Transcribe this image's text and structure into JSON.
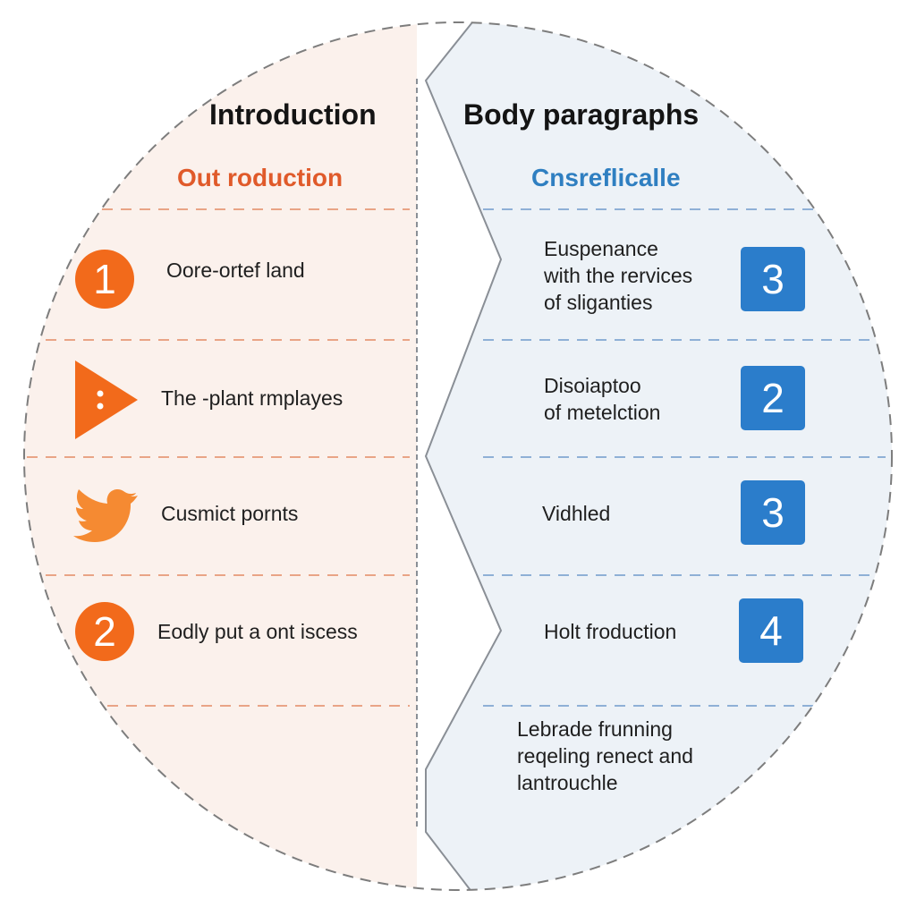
{
  "left": {
    "heading": "Introduction",
    "subheading": "Out roduction",
    "items": [
      {
        "icon": "number-circle-icon",
        "badge": "1",
        "text": "Oore-ortef land"
      },
      {
        "icon": "play-triangle-icon",
        "text": "The -plant rmplayes"
      },
      {
        "icon": "bird-icon",
        "text": "Cusmict pornts"
      },
      {
        "icon": "number-circle-icon",
        "badge": "2",
        "text": "Eodly put a ont iscess"
      }
    ]
  },
  "right": {
    "heading": "Body paragraphs",
    "subheading": "Cnsreflicalle",
    "items": [
      {
        "text": "Euspenance\nwith the rervices\nof sliganties",
        "badge": "3"
      },
      {
        "text": "Disoiaptoo\nof metelction",
        "badge": "2"
      },
      {
        "text": "Vidhled",
        "badge": "3"
      },
      {
        "text": "Holt froduction",
        "badge": "4"
      },
      {
        "text": "Lebrade frunning\nreqeling renect and\nlantrouchle"
      }
    ]
  },
  "colors": {
    "accent_orange": "#f26a1b",
    "accent_blue": "#2b7dcb",
    "left_fill": "#fbf1ec",
    "right_fill": "#edf2f7"
  }
}
